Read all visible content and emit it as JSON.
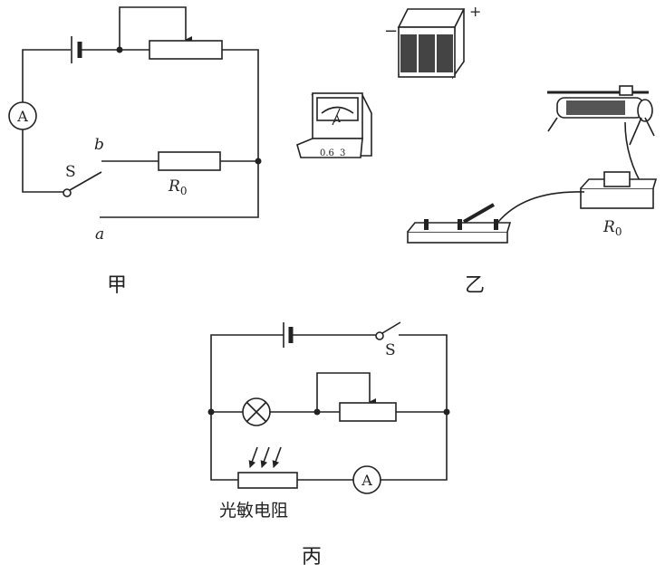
{
  "fig_jia": {
    "ammeter_label": "A",
    "label_b": "b",
    "label_s": "S",
    "label_r0": "R",
    "label_r0_sub": "0",
    "label_a": "a",
    "caption": "甲"
  },
  "fig_yi": {
    "battery_minus": "−",
    "battery_plus": "+",
    "ammeter_label": "A",
    "ammeter_range_1": "0.6",
    "ammeter_range_2": "3",
    "label_r0": "R",
    "label_r0_sub": "0",
    "caption": "乙"
  },
  "fig_bing": {
    "label_s": "S",
    "ammeter_label": "A",
    "photoresistor_label": "光敏电阻",
    "caption": "丙"
  }
}
